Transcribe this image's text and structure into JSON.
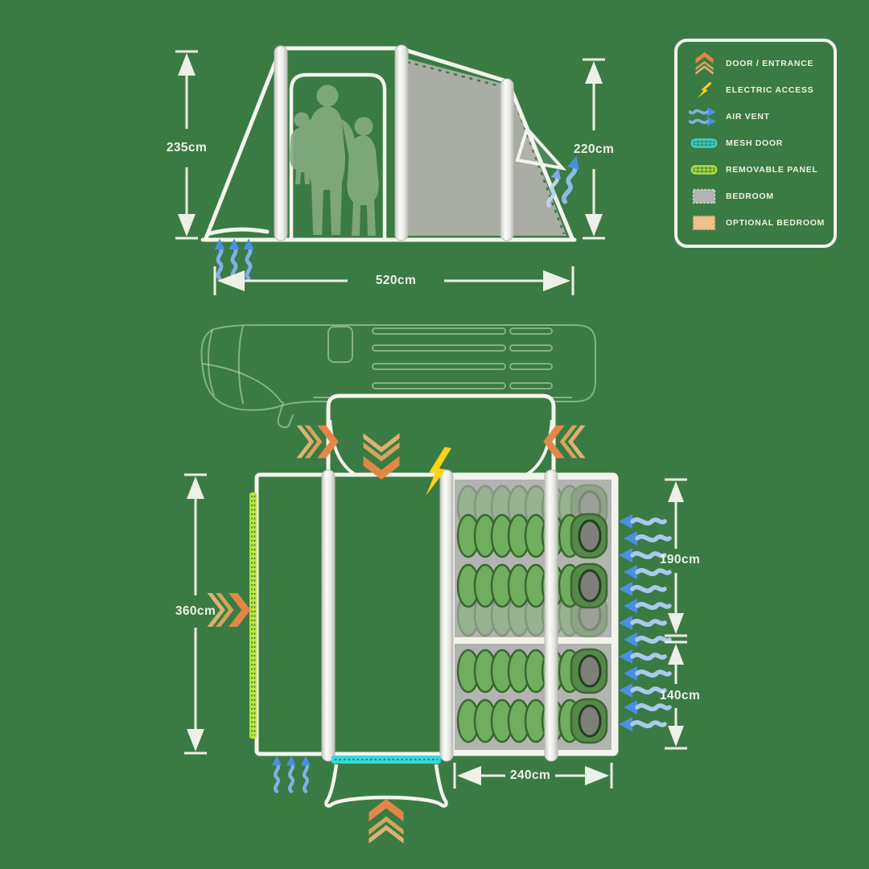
{
  "side_view": {
    "dimensions": {
      "left_height": "235cm",
      "right_height": "220cm",
      "width": "520cm"
    }
  },
  "floor_plan": {
    "dimensions": {
      "depth": "360cm",
      "bedroom_width": "240cm",
      "main_bedroom_length": "190cm",
      "small_bedroom_length": "140cm"
    },
    "bedrooms": {
      "main_sleeping_bags": 2,
      "main_optional_positions": 2,
      "small_sleeping_bags": 2
    }
  },
  "legend": {
    "items": [
      {
        "icon": "door-entrance-icon",
        "label": "DOOR / ENTRANCE"
      },
      {
        "icon": "electric-access-icon",
        "label": "ELECTRIC ACCESS"
      },
      {
        "icon": "air-vent-icon",
        "label": "AIR VENT"
      },
      {
        "icon": "mesh-door-icon",
        "label": "MESH DOOR"
      },
      {
        "icon": "removable-panel-icon",
        "label": "REMOVABLE PANEL"
      },
      {
        "icon": "bedroom-icon",
        "label": "BEDROOM"
      },
      {
        "icon": "optional-bedroom-icon",
        "label": "OPTIONAL BEDROOM"
      }
    ]
  },
  "colors": {
    "background": "#3a7b43",
    "line": "#f2f4ec",
    "door_chevron": "#e28747",
    "door_chevron_stripe": "#d2a45c",
    "electric": "#ffd11a",
    "vent_dark": "#4a90e2",
    "vent_light": "#a9c9ee",
    "mesh": "#36d8d8",
    "removable_panel": "#b9e43c",
    "bedroom": "#b2b4af",
    "optional_bedroom": "#eec08e"
  }
}
